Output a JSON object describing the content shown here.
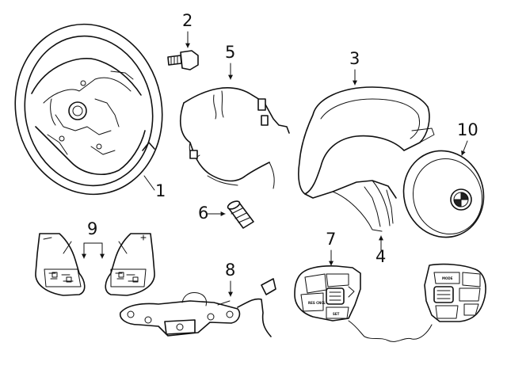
{
  "callouts": {
    "c1": "1",
    "c2": "2",
    "c3": "3",
    "c4": "4",
    "c5": "5",
    "c6": "6",
    "c7": "7",
    "c8": "8",
    "c9": "9",
    "c10": "10"
  },
  "button_labels": {
    "mode": "MODE",
    "set": "SET",
    "res_cncl": "RES CNCL"
  },
  "colors": {
    "line": "#111111",
    "background": "#ffffff"
  }
}
